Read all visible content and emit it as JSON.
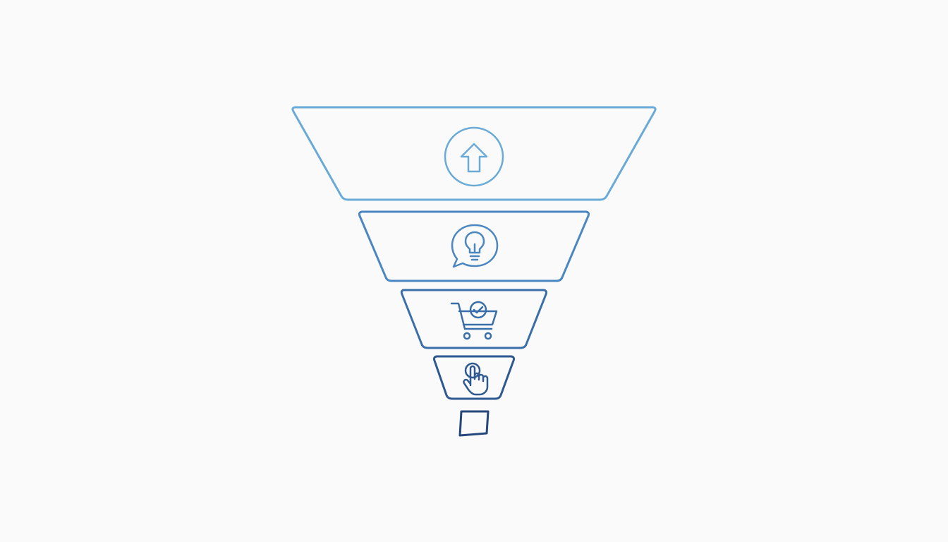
{
  "funnel": {
    "stages": [
      {
        "id": "awareness",
        "icon": "arrow-up-circle-icon",
        "color": "#6aaad6"
      },
      {
        "id": "interest",
        "icon": "lightbulb-speech-bubble-icon",
        "color": "#4a86c0"
      },
      {
        "id": "purchase",
        "icon": "shopping-cart-check-icon",
        "color": "#3a6ea8"
      },
      {
        "id": "action",
        "icon": "hand-pointer-click-icon",
        "color": "#2e5890"
      },
      {
        "id": "outlet",
        "icon": "",
        "color": "#24477c"
      }
    ],
    "background": "#fafafa"
  }
}
